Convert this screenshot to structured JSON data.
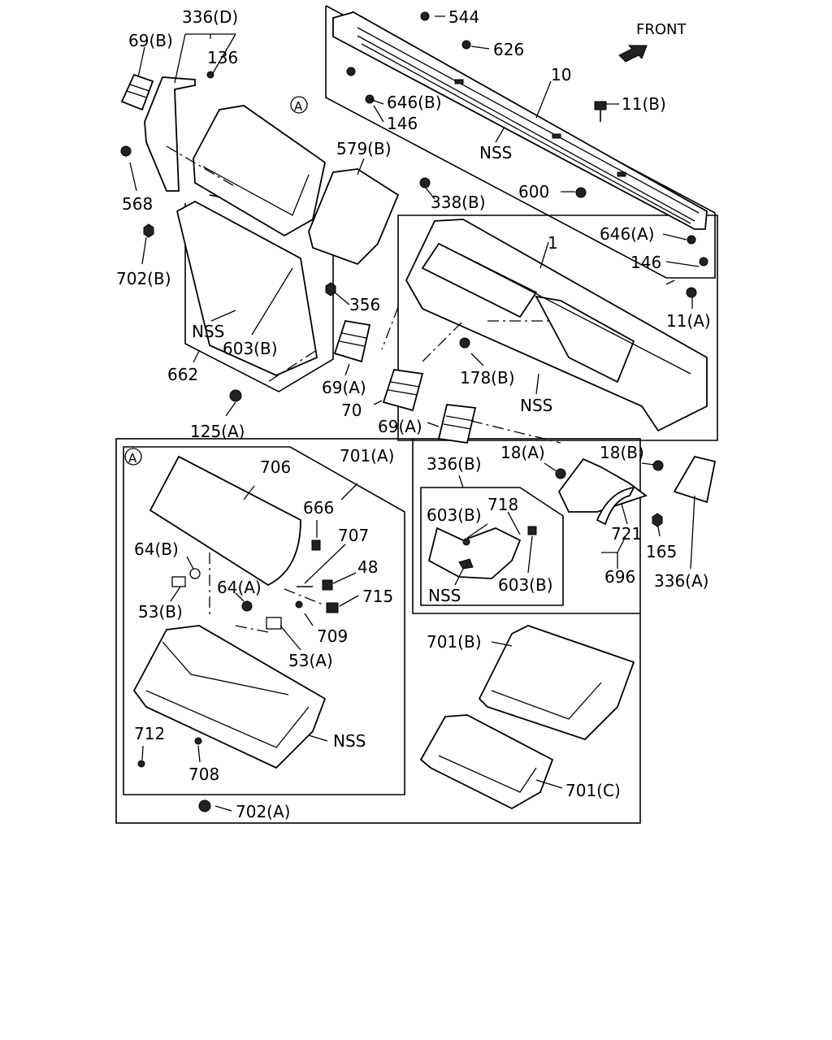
{
  "front_label": "FRONT",
  "labels": {
    "l_336D": "336(D)",
    "l_69B": "69(B)",
    "l_136": "136",
    "l_544": "544",
    "l_626": "626",
    "l_10": "10",
    "l_646B": "646(B)",
    "l_146a": "146",
    "l_11B": "11(B)",
    "l_nss1": "NSS",
    "l_568": "568",
    "l_579B": "579(B)",
    "l_338B": "338(B)",
    "l_600": "600",
    "l_702B": "702(B)",
    "l_646A": "646(A)",
    "l_146b": "146",
    "l_1": "1",
    "l_356": "356",
    "l_11A": "11(A)",
    "l_nss2": "NSS",
    "l_603B1": "603(B)",
    "l_662": "662",
    "l_69A1": "69(A)",
    "l_178B": "178(B)",
    "l_nss3": "NSS",
    "l_70": "70",
    "l_69A2": "69(A)",
    "l_125A": "125(A)",
    "l_A1": "A",
    "l_A2": "A",
    "l_706": "706",
    "l_701A": "701(A)",
    "l_336B": "336(B)",
    "l_18A": "18(A)",
    "l_18B": "18(B)",
    "l_666": "666",
    "l_707": "707",
    "l_64B": "64(B)",
    "l_48": "48",
    "l_64A": "64(A)",
    "l_715": "715",
    "l_53B": "53(B)",
    "l_709": "709",
    "l_53A": "53(A)",
    "l_603B2": "603(B)",
    "l_718": "718",
    "l_603B3": "603(B)",
    "l_nss4": "NSS",
    "l_721": "721",
    "l_165": "165",
    "l_696": "696",
    "l_336A": "336(A)",
    "l_701B": "701(B)",
    "l_712": "712",
    "l_nss5": "NSS",
    "l_708": "708",
    "l_702A": "702(A)",
    "l_701C": "701(C)"
  }
}
